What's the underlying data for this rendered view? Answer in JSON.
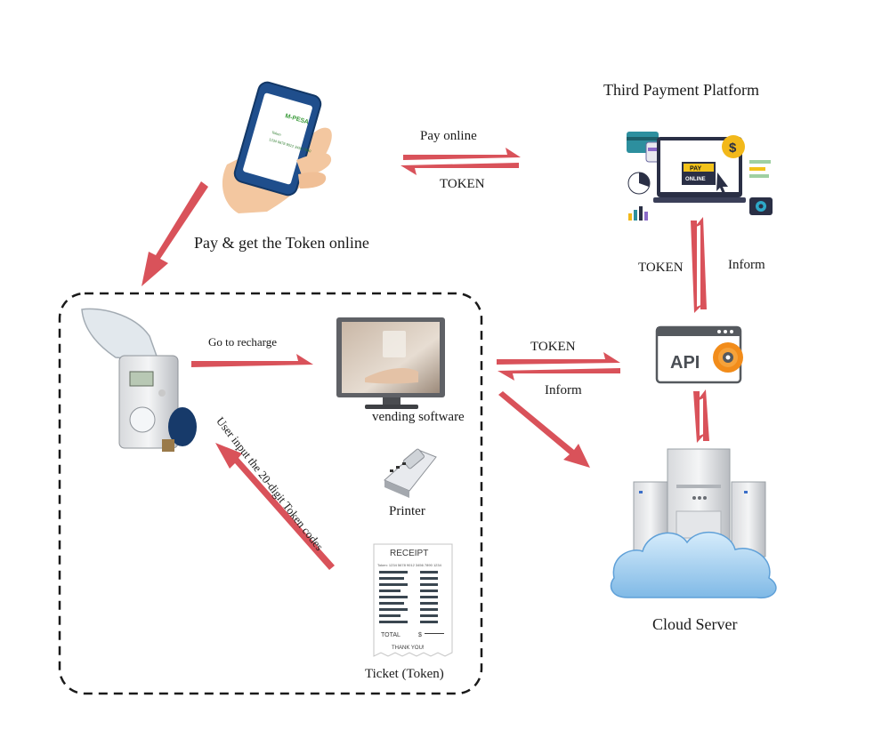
{
  "labels": {
    "pay_online": "Pay online",
    "token_top": "TOKEN",
    "pay_get_token": "Pay & get the Token online",
    "third_payment_platform": "Third Payment Platform",
    "token_vertical": "TOKEN",
    "inform_vertical": "Inform",
    "go_to_recharge": "Go to recharge",
    "token_mid": "TOKEN",
    "inform_mid": "Inform",
    "vending_software": "vending software",
    "user_input": "User input the 20-digit Token codes",
    "printer": "Printer",
    "ticket_token": "Ticket (Token)",
    "cloud_server": "Cloud Server"
  },
  "phone_screen": {
    "brand": "M-PESA",
    "lines": [
      "Token",
      "1234 5678 9012 3456 7890"
    ]
  },
  "platform_graphic": {
    "pay_badge": "PAY",
    "online_badge": "ONLINE",
    "currency_symbol": "$"
  },
  "api_badge": "API",
  "receipt": {
    "title": "RECEIPT",
    "token_line": "Token: 1234 5678 9012 3456 7890 1234",
    "total_label": "TOTAL",
    "total_symbol": "$",
    "thanks": "THANK YOU!"
  },
  "colors": {
    "arrow": "#d9525a",
    "outline": "#333333"
  },
  "icons": [
    "hand-phone-icon",
    "payment-platform-icon",
    "api-gear-icon",
    "water-meter-icon",
    "monitor-icon",
    "printer-icon",
    "receipt-icon",
    "cloud-server-icon"
  ]
}
